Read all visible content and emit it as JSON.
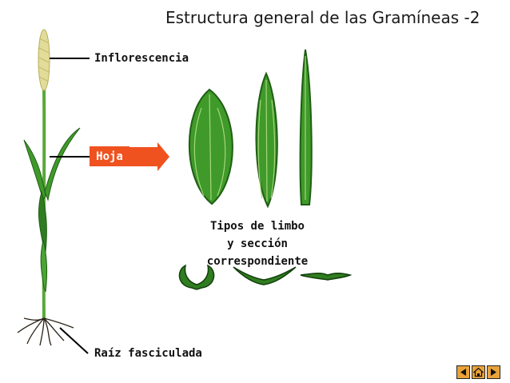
{
  "title": "Estructura general de las Gramíneas -2",
  "labels": {
    "inflorescence": "Inflorescencia",
    "leaf": "Hoja",
    "root": "Raíz fasciculada",
    "caption_line1": "Tipos de limbo",
    "caption_line2": "y sección correspondiente"
  },
  "colors": {
    "leaf_green": "#3f9a2a",
    "leaf_dark": "#1f5e14",
    "accent_orange": "#f0521f",
    "nav_button": "#e8a23a"
  },
  "navigation": {
    "icons": [
      "arrow-left-icon",
      "home-icon",
      "arrow-right-icon"
    ]
  }
}
